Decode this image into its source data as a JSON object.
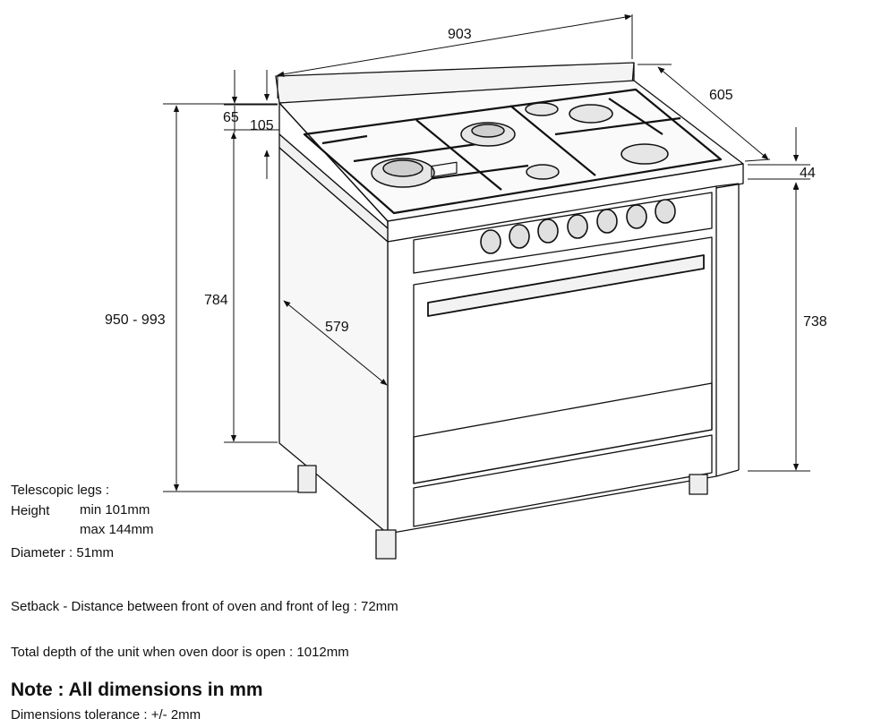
{
  "dimensions": {
    "width": "903",
    "depth": "605",
    "backguard": "65",
    "backguard_total": "105",
    "hob_thickness": "44",
    "overall_height": "950 - 993",
    "body_height": "784",
    "body_depth": "579",
    "oven_height": "738"
  },
  "legs": {
    "title": "Telescopic legs :",
    "height_label": "Height",
    "height_min": "min 101mm",
    "height_max": "max 144mm",
    "diameter": "Diameter : 51mm"
  },
  "setback_text": "Setback - Distance between front of oven and front of leg : 72mm",
  "door_open_text": "Total depth of the unit when oven door is open : 1012mm",
  "note": "Note : All dimensions in mm",
  "tolerance": "Dimensions tolerance : +/- 2mm"
}
